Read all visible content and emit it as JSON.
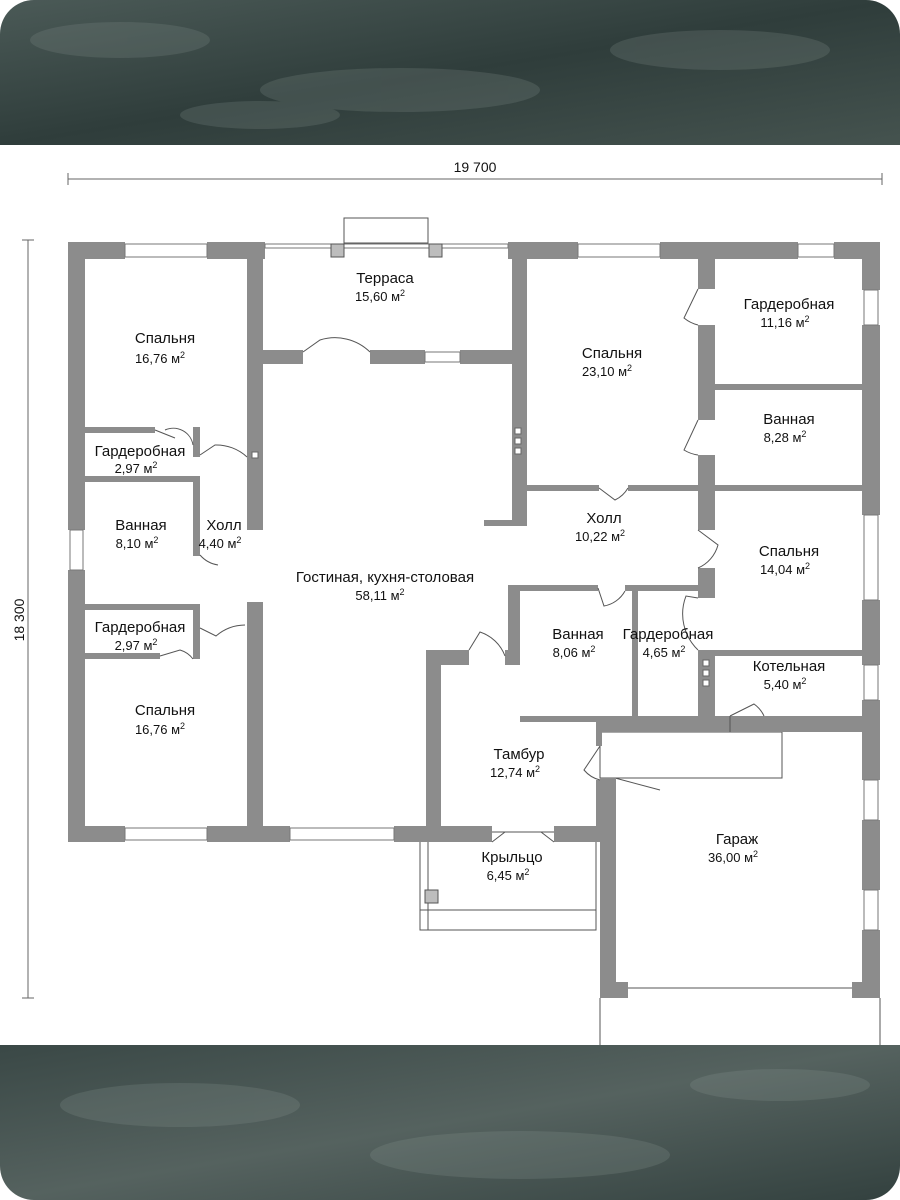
{
  "dimensions": {
    "width": "19 700",
    "height": "18 300"
  },
  "rooms": [
    {
      "name": "Терраса",
      "area": "15,60 м"
    },
    {
      "name": "Спальня",
      "area": "16,76 м"
    },
    {
      "name": "Гардеробная",
      "area": "2,97 м"
    },
    {
      "name": "Ванная",
      "area": "8,10 м"
    },
    {
      "name": "Холл",
      "area": "4,40 м"
    },
    {
      "name": "Гардеробная",
      "area": "2,97 м"
    },
    {
      "name": "Спальня",
      "area": "16,76 м"
    },
    {
      "name": "Гостиная, кухня-столовая",
      "area": "58,11 м"
    },
    {
      "name": "Спальня",
      "area": "23,10 м"
    },
    {
      "name": "Гардеробная",
      "area": "11,16 м"
    },
    {
      "name": "Ванная",
      "area": "8,28 м"
    },
    {
      "name": "Холл",
      "area": "10,22 м"
    },
    {
      "name": "Спальня",
      "area": "14,04 м"
    },
    {
      "name": "Ванная",
      "area": "8,06 м"
    },
    {
      "name": "Гардеробная",
      "area": "4,65 м"
    },
    {
      "name": "Котельная",
      "area": "5,40 м"
    },
    {
      "name": "Тамбур",
      "area": "12,74 м"
    },
    {
      "name": "Крыльцо",
      "area": "6,45 м"
    },
    {
      "name": "Гараж",
      "area": "36,00 м"
    }
  ],
  "area_unit_superscript": "2",
  "colors": {
    "wall": "#8c8c8c",
    "band": "#3e4d4b",
    "line": "#555555"
  }
}
